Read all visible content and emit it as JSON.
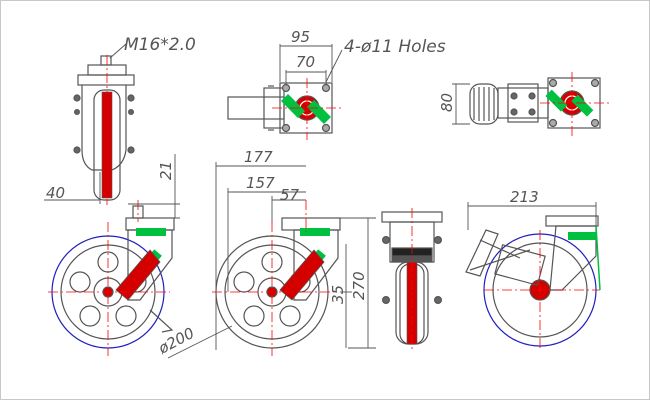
{
  "annotations": {
    "thread": "M16*2.0",
    "holes": "4-ø11  Holes"
  },
  "dimensions": {
    "plate_width": "95",
    "hole_spacing_x": "70",
    "plate_depth": "80",
    "offset_left": "40",
    "swivel_height": "21",
    "wheel_radius_reach": "177",
    "axle_reach": "157",
    "plate_half": "57",
    "offset_35": "35",
    "total_height": "270",
    "wheel_diameter": "ø200",
    "brake_reach": "213"
  },
  "colors": {
    "line": "#555555",
    "center": "#ff0000",
    "wheel_blue": "#1f1fbf",
    "brake_green": "#00c040",
    "dim_line": "#555555"
  }
}
